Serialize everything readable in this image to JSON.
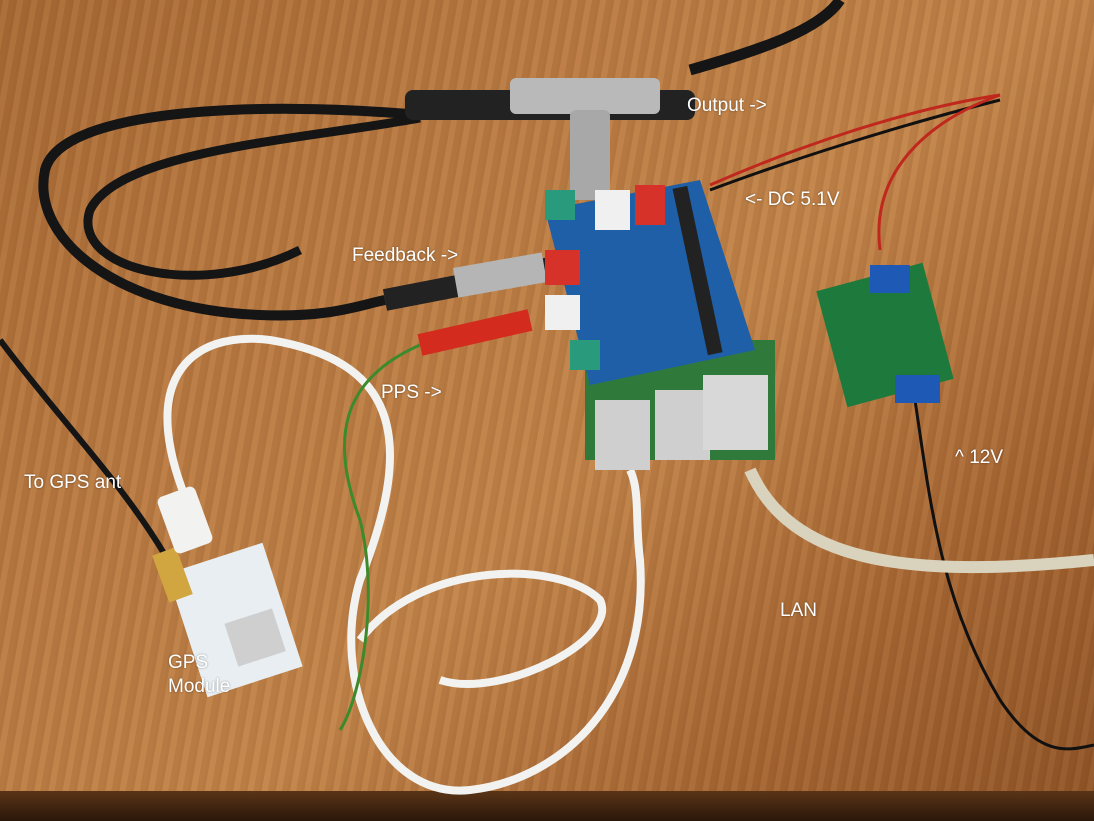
{
  "labels": {
    "output": "Output ->",
    "dc": "<- DC 5.1V",
    "feedback": "Feedback ->",
    "pps": "PPS ->",
    "gps_ant": "To GPS ant",
    "v12": "^ 12V",
    "lan": "LAN",
    "gps_module_line1": "GPS",
    "gps_module_line2": "Module"
  },
  "colors": {
    "board_blue": "#1f5fa8",
    "converter_green": "#1e7a3c",
    "gps_board": "#e8eef2",
    "cable_black": "#151515",
    "cable_white": "#f2f2f0",
    "lan_cable": "#d9d2bd"
  }
}
